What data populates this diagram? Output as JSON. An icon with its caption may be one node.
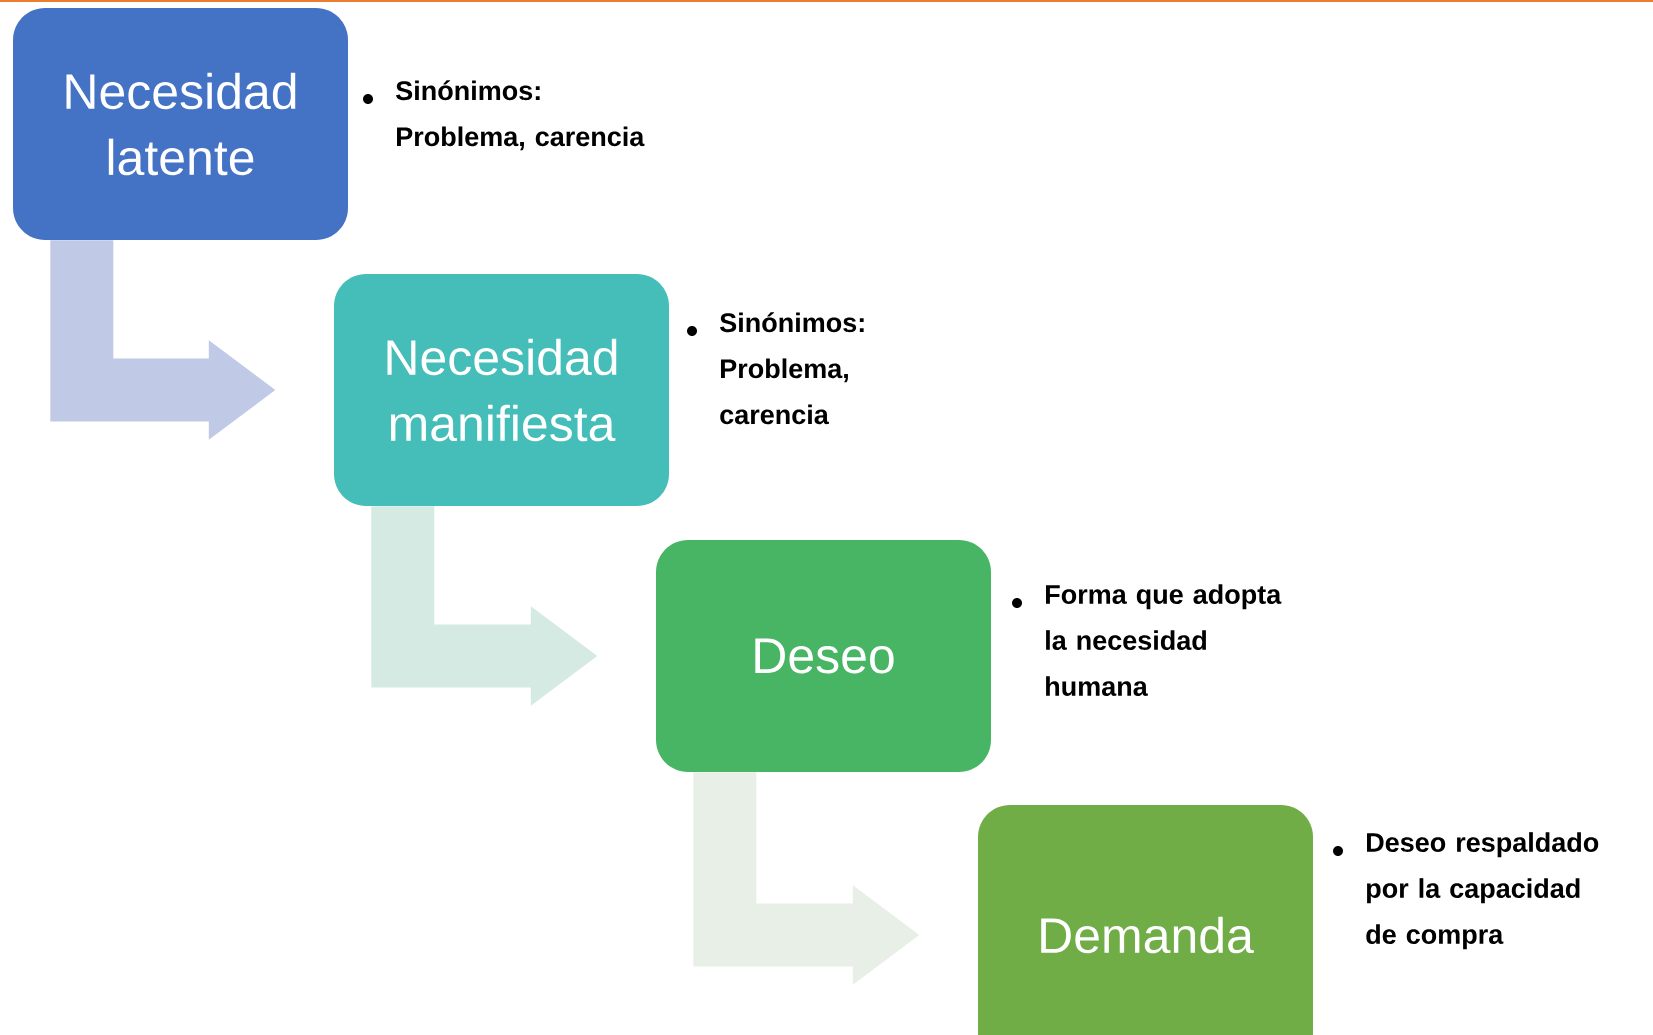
{
  "diagram": {
    "nodes": [
      {
        "text": [
          "Necesidad latente"
        ],
        "beside": [
          "Sinónimos: Problema, carencia"
        ]
      },
      {
        "text": [
          "Necesidad manifiesta"
        ],
        "beside": [
          "Sinónimos: Problema, carencia"
        ]
      },
      {
        "text": [
          "Deseo"
        ],
        "beside": [
          "Forma que adopta la necesidad humana"
        ]
      },
      {
        "text": [
          "Demanda"
        ],
        "beside": [
          "Deseo respaldado por la capacidad de compra"
        ]
      }
    ],
    "edges": [
      {
        "from": 0,
        "to": 1,
        "arrow": "to",
        "color": "#c0c9e6"
      },
      {
        "from": 1,
        "to": 2,
        "arrow": "to",
        "color": "#d5eae3"
      },
      {
        "from": 2,
        "to": 3,
        "arrow": "to",
        "color": "#e8efe6"
      }
    ]
  }
}
